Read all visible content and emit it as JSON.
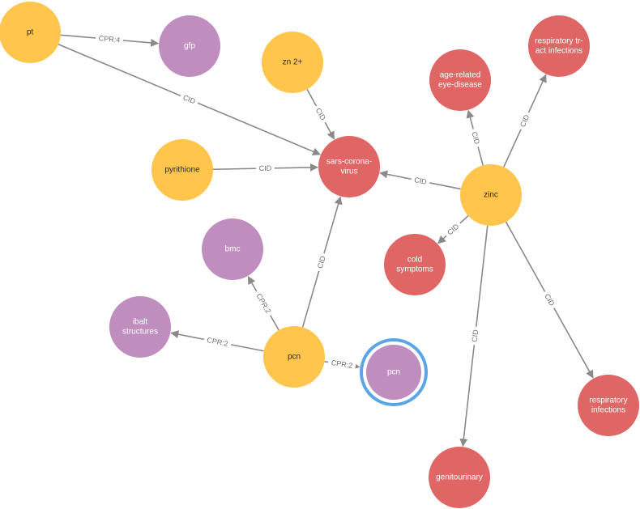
{
  "graph": {
    "nodes": [
      {
        "id": "pt",
        "label": [
          "pt"
        ],
        "category": "chemical"
      },
      {
        "id": "gfp",
        "label": [
          "gfp"
        ],
        "category": "gene"
      },
      {
        "id": "zn2",
        "label": [
          "zn 2+"
        ],
        "category": "chemical"
      },
      {
        "id": "pyrithione",
        "label": [
          "pyrithione"
        ],
        "category": "chemical"
      },
      {
        "id": "sars",
        "label": [
          "sars-corona-",
          "virus"
        ],
        "category": "disease"
      },
      {
        "id": "age",
        "label": [
          "age-related",
          "eye-disease"
        ],
        "category": "disease"
      },
      {
        "id": "resp_tract",
        "label": [
          "respiratory tr-",
          "act infections"
        ],
        "category": "disease"
      },
      {
        "id": "zinc",
        "label": [
          "zinc"
        ],
        "category": "chemical"
      },
      {
        "id": "cold",
        "label": [
          "cold",
          "symptoms"
        ],
        "category": "disease"
      },
      {
        "id": "bmc",
        "label": [
          "bmc"
        ],
        "category": "gene"
      },
      {
        "id": "ibalt",
        "label": [
          "ibalt",
          "structures"
        ],
        "category": "gene"
      },
      {
        "id": "pcn1",
        "label": [
          "pcn"
        ],
        "category": "chemical"
      },
      {
        "id": "pcn2",
        "label": [
          "pcn"
        ],
        "category": "gene",
        "selected": true
      },
      {
        "id": "resp_inf",
        "label": [
          "respiratory",
          "infections"
        ],
        "category": "disease"
      },
      {
        "id": "genito",
        "label": [
          "genitourinary"
        ],
        "category": "disease"
      }
    ],
    "edges": [
      {
        "source": "pt",
        "target": "gfp",
        "label": "CPR:4"
      },
      {
        "source": "pt",
        "target": "sars",
        "label": "CID"
      },
      {
        "source": "zn2",
        "target": "sars",
        "label": "CID"
      },
      {
        "source": "pyrithione",
        "target": "sars",
        "label": "CID"
      },
      {
        "source": "zinc",
        "target": "sars",
        "label": "CID"
      },
      {
        "source": "pcn1",
        "target": "sars",
        "label": "CID"
      },
      {
        "source": "zinc",
        "target": "age",
        "label": "CID"
      },
      {
        "source": "zinc",
        "target": "resp_tract",
        "label": "CID"
      },
      {
        "source": "zinc",
        "target": "cold",
        "label": "CID"
      },
      {
        "source": "zinc",
        "target": "resp_inf",
        "label": "CID"
      },
      {
        "source": "zinc",
        "target": "genito",
        "label": "CID"
      },
      {
        "source": "pcn1",
        "target": "bmc",
        "label": "CPR:2"
      },
      {
        "source": "pcn1",
        "target": "ibalt",
        "label": "CPR:2"
      },
      {
        "source": "pcn1",
        "target": "pcn2",
        "label": "CPR:2"
      }
    ]
  },
  "colors": {
    "chemical": "#ffc54d",
    "gene": "#c08dbf",
    "disease": "#e06666",
    "edge": "#8a8a8a",
    "selection_ring": "#5aa5e6",
    "chemical_text": "#2b2b2b",
    "light_text": "#ffffff"
  }
}
